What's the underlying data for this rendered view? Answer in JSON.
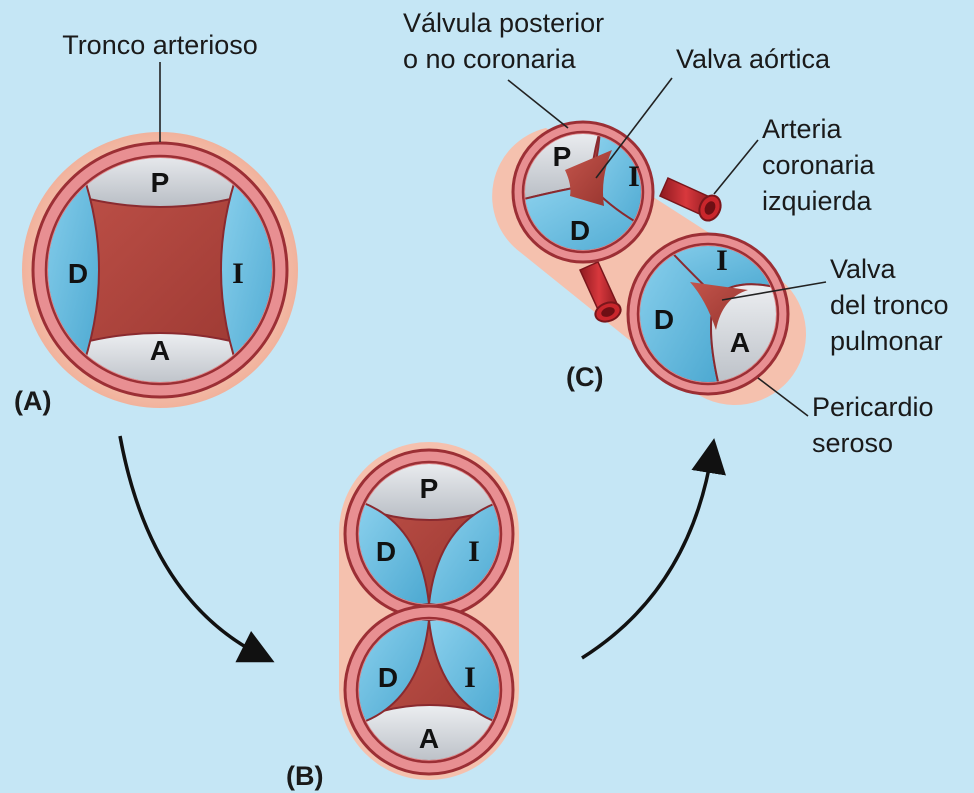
{
  "panels": {
    "a": "(A)",
    "b": "(B)",
    "c": "(C)"
  },
  "labels": {
    "tronco_arterioso": "Tronco arterioso",
    "valvula_posterior_line1": "Válvula posterior",
    "valvula_posterior_line2": "o no coronaria",
    "valva_aortica": "Valva aórtica",
    "arteria_line1": "Arteria",
    "arteria_line2": "coronaria",
    "arteria_line3": "izquierda",
    "valva_pulmonar_line1": "Valva",
    "valva_pulmonar_line2": "del tronco",
    "valva_pulmonar_line3": "pulmonar",
    "pericardio_line1": "Pericardio",
    "pericardio_line2": "seroso"
  },
  "cusps": {
    "posterior": "P",
    "anterior": "A",
    "derecha": "D",
    "izquierda": "I"
  },
  "colors": {
    "background": "#c5e6f5",
    "pericardium": "#f5c1ae",
    "wall": "#e58c8f",
    "wall_stroke": "#9c2f35",
    "lumen": "#b2483f",
    "cusp_blue": "#6dbfe0",
    "cusp_gray": "#d5d8dd",
    "artery": "#c9262c"
  }
}
